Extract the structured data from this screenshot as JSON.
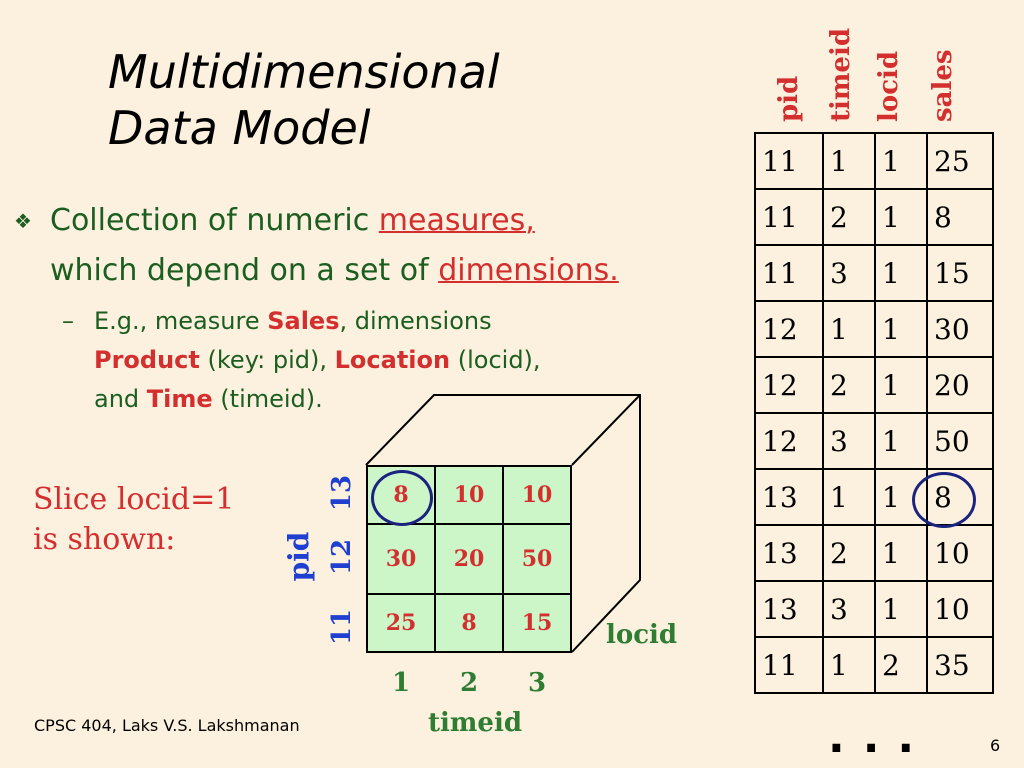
{
  "title": {
    "line1": "Multidimensional",
    "line2": "Data Model"
  },
  "bullet": {
    "marker": "❖",
    "text_a": "Collection of numeric ",
    "measures": "measures,",
    "text_b": "which depend on a set of ",
    "dimensions": "dimensions."
  },
  "sub_bullet": {
    "dash": "–",
    "t1": "E.g., measure ",
    "sales": "Sales",
    "t2": ", dimensions",
    "product": "Product",
    "t3": " (key: pid), ",
    "location": "Location",
    "t4": " (locid),",
    "t5": "and ",
    "time": "Time",
    "t6": " (timeid)."
  },
  "slice_note": {
    "line1": "Slice locid=1",
    "line2": "is shown:"
  },
  "cube": {
    "pid_label": "pid",
    "pid_ticks": [
      "13",
      "12",
      "11"
    ],
    "timeid_label": "timeid",
    "timeid_ticks": [
      "1",
      "2",
      "3"
    ],
    "locid_label": "locid",
    "cells": [
      [
        "8",
        "10",
        "10"
      ],
      [
        "30",
        "20",
        "50"
      ],
      [
        "25",
        "8",
        "15"
      ]
    ]
  },
  "fact_table": {
    "headers": [
      "pid",
      "timeid",
      "locid",
      "sales"
    ],
    "rows": [
      [
        "11",
        "1",
        "1",
        "25"
      ],
      [
        "11",
        "2",
        "1",
        "8"
      ],
      [
        "11",
        "3",
        "1",
        "15"
      ],
      [
        "12",
        "1",
        "1",
        "30"
      ],
      [
        "12",
        "2",
        "1",
        "20"
      ],
      [
        "12",
        "3",
        "1",
        "50"
      ],
      [
        "13",
        "1",
        "1",
        "8"
      ],
      [
        "13",
        "2",
        "1",
        "10"
      ],
      [
        "13",
        "3",
        "1",
        "10"
      ],
      [
        "11",
        "1",
        "2",
        "35"
      ]
    ],
    "ellipsis": "..."
  },
  "colors": {
    "background": "#FCF0DE",
    "green_text": "#1B5E20",
    "red": "#D32F2F",
    "blue": "#1F3FD0",
    "cell_fill": "#CCF5C8"
  },
  "footer": {
    "credit": "CPSC 404, Laks V.S. Lakshmanan",
    "page": "6"
  }
}
